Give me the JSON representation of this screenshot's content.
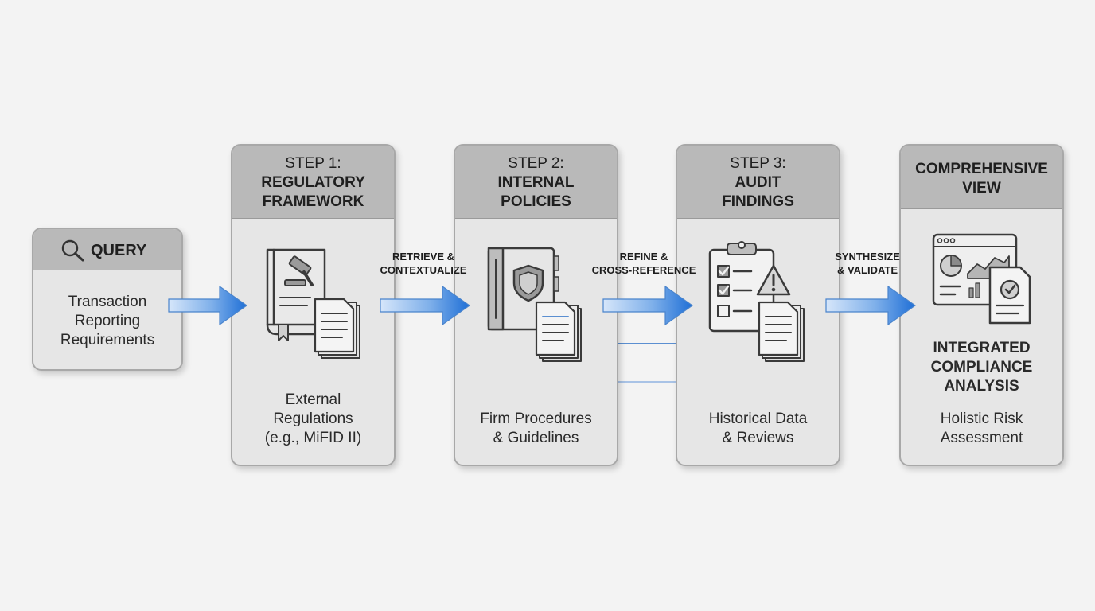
{
  "query": {
    "title": "QUERY",
    "lines": [
      "Transaction",
      "Reporting",
      "Requirements"
    ]
  },
  "steps": [
    {
      "step": "STEP 1:",
      "title": [
        "REGULATORY",
        "FRAMEWORK"
      ],
      "desc": [
        "External",
        "Regulations",
        "(e.g., MiFID II)"
      ],
      "icon": "law-book-gavel-icon"
    },
    {
      "step": "STEP 2:",
      "title": [
        "INTERNAL",
        "POLICIES"
      ],
      "desc": [
        "Firm Procedures",
        "& Guidelines"
      ],
      "icon": "policy-binder-shield-icon"
    },
    {
      "step": "STEP 3:",
      "title": [
        "AUDIT",
        "FINDINGS"
      ],
      "desc": [
        "Historical Data",
        "& Reviews"
      ],
      "icon": "audit-checklist-warning-icon"
    }
  ],
  "final": {
    "title": [
      "COMPREHENSIVE",
      "VIEW"
    ],
    "subtitle": [
      "INTEGRATED",
      "COMPLIANCE",
      "ANALYSIS"
    ],
    "desc": [
      "Holistic Risk",
      "Assessment"
    ],
    "icon": "dashboard-report-icon"
  },
  "arrows": [
    {
      "label": []
    },
    {
      "label": [
        "RETRIEVE &",
        "CONTEXTUALIZE"
      ]
    },
    {
      "label": [
        "REFINE &",
        "CROSS-REFERENCE"
      ]
    },
    {
      "label": [
        "SYNTHESIZE",
        "& VALIDATE"
      ]
    }
  ],
  "colors": {
    "arrow_start": "#d6e6fa",
    "arrow_end": "#1f6fd6",
    "connector": "#5b8fd1",
    "connector_light": "#a9c3e6",
    "header": "#b9b9b9",
    "card": "#e6e6e6"
  }
}
